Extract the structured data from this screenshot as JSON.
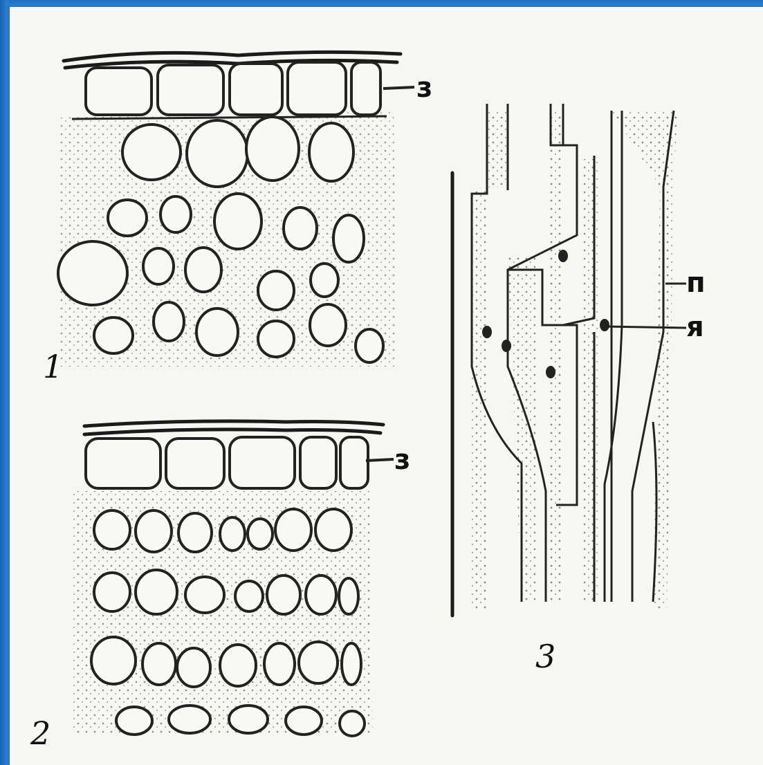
{
  "figure": {
    "panel_1": {
      "number": "1",
      "pointer_label": "з"
    },
    "panel_2": {
      "number": "2",
      "pointer_label": "з"
    },
    "panel_3": {
      "number": "3",
      "labels": {
        "p": "п",
        "ya": "я"
      }
    }
  },
  "colors": {
    "frame": "#1f6fc0",
    "background": "#f6f6f3",
    "ink": "#222222",
    "stipple": "#9a9a9a"
  }
}
